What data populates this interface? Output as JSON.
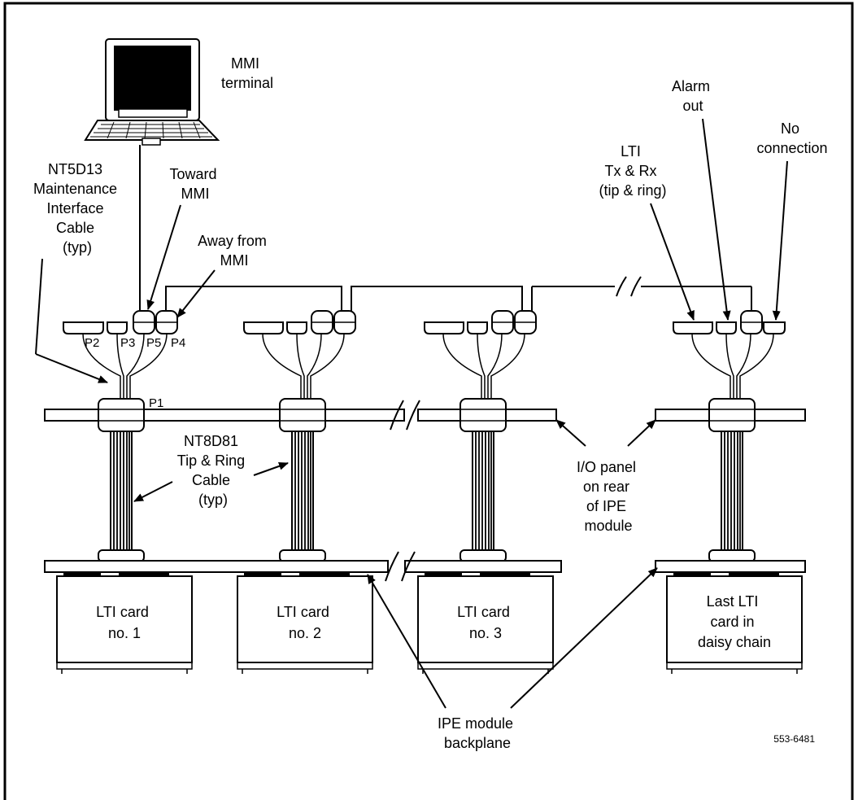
{
  "labels": {
    "mmi_terminal": [
      "MMI",
      "terminal"
    ],
    "maint_cable": [
      "NT5D13",
      "Maintenance",
      "Interface",
      "Cable",
      "(typ)"
    ],
    "toward_mmi": [
      "Toward",
      "MMI"
    ],
    "away_mmi": [
      "Away from",
      "MMI"
    ],
    "lti_txrx": [
      "LTI",
      "Tx & Rx",
      "(tip & ring)"
    ],
    "alarm_out": [
      "Alarm",
      "out"
    ],
    "no_connection": [
      "No",
      "connection"
    ],
    "tip_ring_cable": [
      "NT8D81",
      "Tip & Ring",
      "Cable",
      "(typ)"
    ],
    "io_panel": [
      "I/O panel",
      "on rear",
      "of IPE",
      "module"
    ],
    "backplane": [
      "IPE module",
      "backplane"
    ],
    "figure_id": "553-6481"
  },
  "connectors": {
    "p2": "P2",
    "p3": "P3",
    "p5": "P5",
    "p4": "P4",
    "p1": "P1"
  },
  "cards": [
    [
      "LTI card",
      "no. 1"
    ],
    [
      "LTI card",
      "no. 2"
    ],
    [
      "LTI card",
      "no. 3"
    ],
    [
      "Last LTI",
      "card in",
      "daisy chain"
    ]
  ]
}
